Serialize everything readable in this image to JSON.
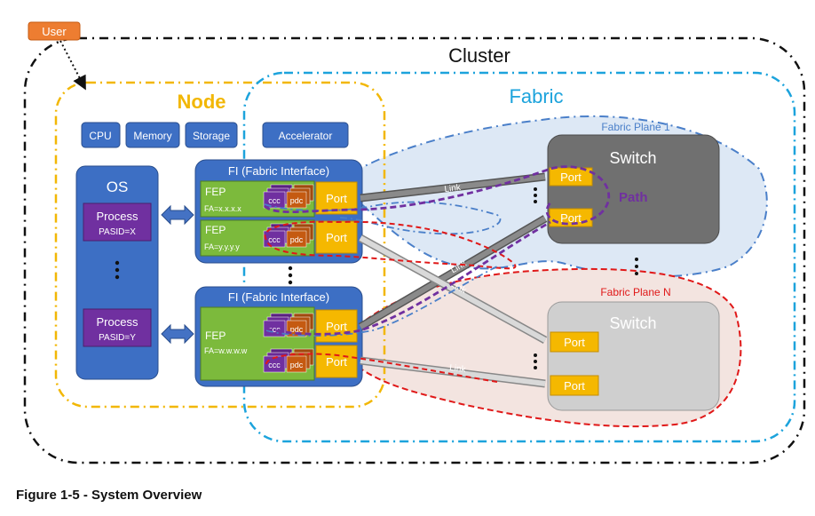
{
  "user": {
    "label": "User"
  },
  "cluster": {
    "label": "Cluster"
  },
  "node": {
    "label": "Node",
    "components": [
      "CPU",
      "Memory",
      "Storage",
      "Accelerator"
    ]
  },
  "fabric": {
    "label": "Fabric"
  },
  "os": {
    "label": "OS",
    "processes": [
      {
        "label": "Process",
        "pasid": "PASID=X"
      },
      {
        "label": "Process",
        "pasid": "PASID=Y"
      }
    ]
  },
  "fi_top": {
    "title": "FI (Fabric Interface)",
    "feps": [
      {
        "label": "FEP",
        "fa": "FA=x.x.x.x"
      },
      {
        "label": "FEP",
        "fa": "FA=y.y.y.y"
      }
    ]
  },
  "fi_bottom": {
    "title": "FI (Fabric Interface)",
    "fep": {
      "label": "FEP",
      "fa": "FA=w.w.w.w"
    }
  },
  "ccc_label": "ccc",
  "pdc_label": "pdc",
  "port_label": "Port",
  "switch_label": "Switch",
  "link_label": "Link",
  "path_label": "Path",
  "planes": [
    {
      "label": "Fabric Plane 1"
    },
    {
      "label": "Fabric Plane N"
    }
  ],
  "figure_caption": "Figure 1-5 - System Overview",
  "colors": {
    "node_border": "#f2b705",
    "fabric_border": "#1ca3dc",
    "plane1_fill": "#dde8f5",
    "planeN_fill": "#f3e4e0",
    "planeN_border": "#e01818",
    "box_blue": "#3d6fc4",
    "fep_green": "#7cba3c",
    "port_yellow": "#f5b800",
    "process_purple": "#7030a0",
    "pdc_orange": "#c55a11",
    "switch_dark": "#707070",
    "switch_light": "#cfcfcf",
    "path_purple": "#7030a0",
    "user_orange": "#ed7d31"
  }
}
